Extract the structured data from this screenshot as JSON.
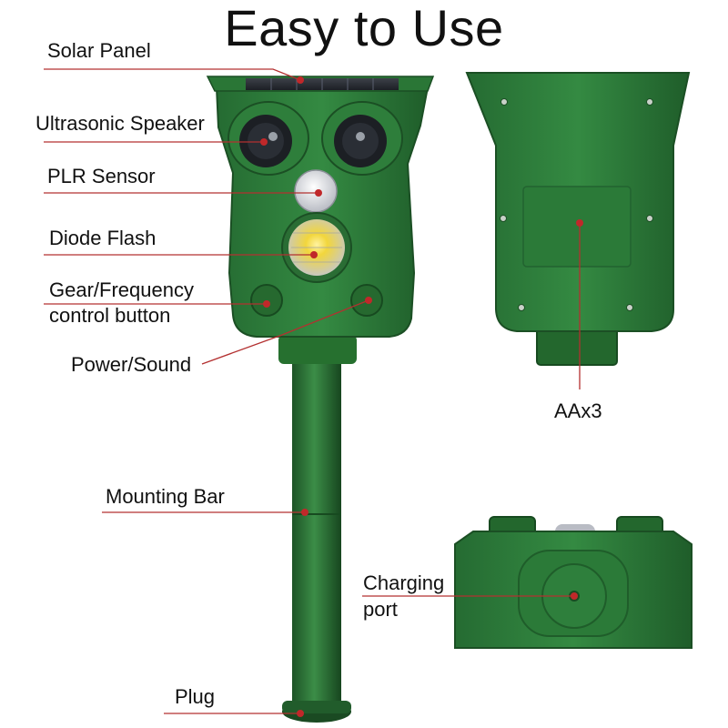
{
  "title": "Easy to Use",
  "labels": {
    "solar_panel": "Solar Panel",
    "ultrasonic_speaker": "Ultrasonic Speaker",
    "plr_sensor": "PLR Sensor",
    "diode_flash": "Diode Flash",
    "gear_line1": "Gear/Frequency",
    "gear_line2": "control button",
    "power_sound": "Power/Sound",
    "mounting_bar": "Mounting Bar",
    "plug": "Plug",
    "battery": "AAx3",
    "charging_line1": "Charging",
    "charging_line2": "port"
  },
  "colors": {
    "device_green": "#2f7d3c",
    "device_dark": "#1f5a2a",
    "leader_line": "#b33030",
    "pointer_dot": "#c0282a"
  }
}
